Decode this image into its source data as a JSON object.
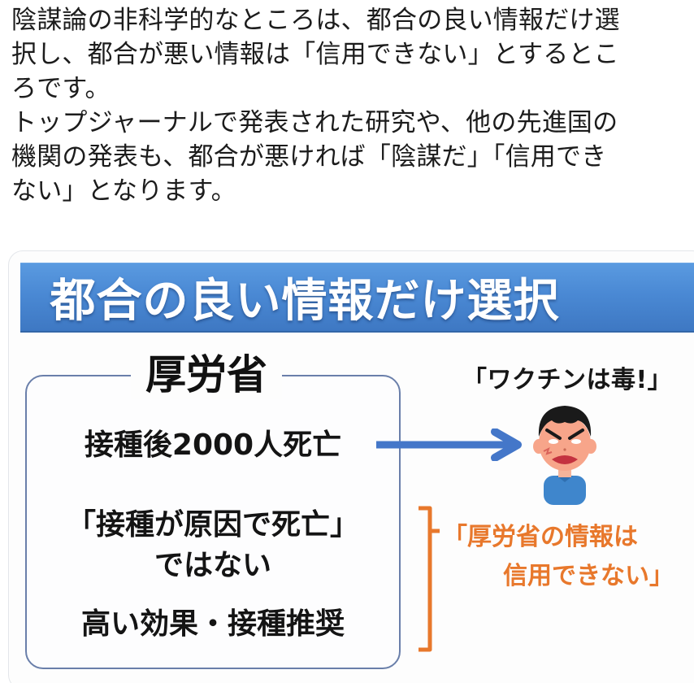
{
  "tweet": {
    "paragraphs": [
      "陰謀論の非科学的なところは、都合の良い情報だけ選択し、都合が悪い情報は「信用できない」とするところです。",
      "トップジャーナルで発表された研究や、他の先進国の機関の発表も、都合が悪ければ「陰謀だ」「信用できない」となります。"
    ],
    "lines": [
      "陰謀論の非科学的なところは、都合の良い情報だけ選",
      "択し、都合が悪い情報は「信用できない」とするとこ",
      "ろです。",
      "トップジャーナルで発表された研究や、他の先進国の",
      "機関の発表も、都合が悪ければ「陰謀だ」「信用でき",
      "ない」となります。"
    ]
  },
  "infographic": {
    "banner_title": "都合の良い情報だけ選択",
    "mhlw_box": {
      "title": "厚労省",
      "line1": "接種後2000人死亡",
      "line2a": "「接種が原因で死亡」",
      "line2b": "ではない",
      "line3": "高い効果・接種推奨"
    },
    "quote_vaccine": "「ワクチンは毒!」",
    "quote_mhlw": {
      "line1": "「厚労省の情報は",
      "line2": "信用できない」"
    },
    "colors": {
      "banner": "#4a89d4",
      "arrow": "#4477c9",
      "bracket_text": "#e8782c",
      "box_border": "#6a7faa",
      "shirt": "#3f86cc",
      "hair": "#1a1a1a",
      "skin": "#f7a58a"
    },
    "icons": {
      "arrow": "right-arrow-icon",
      "person": "angry-person-illustration",
      "bracket": "right-bracket"
    }
  }
}
